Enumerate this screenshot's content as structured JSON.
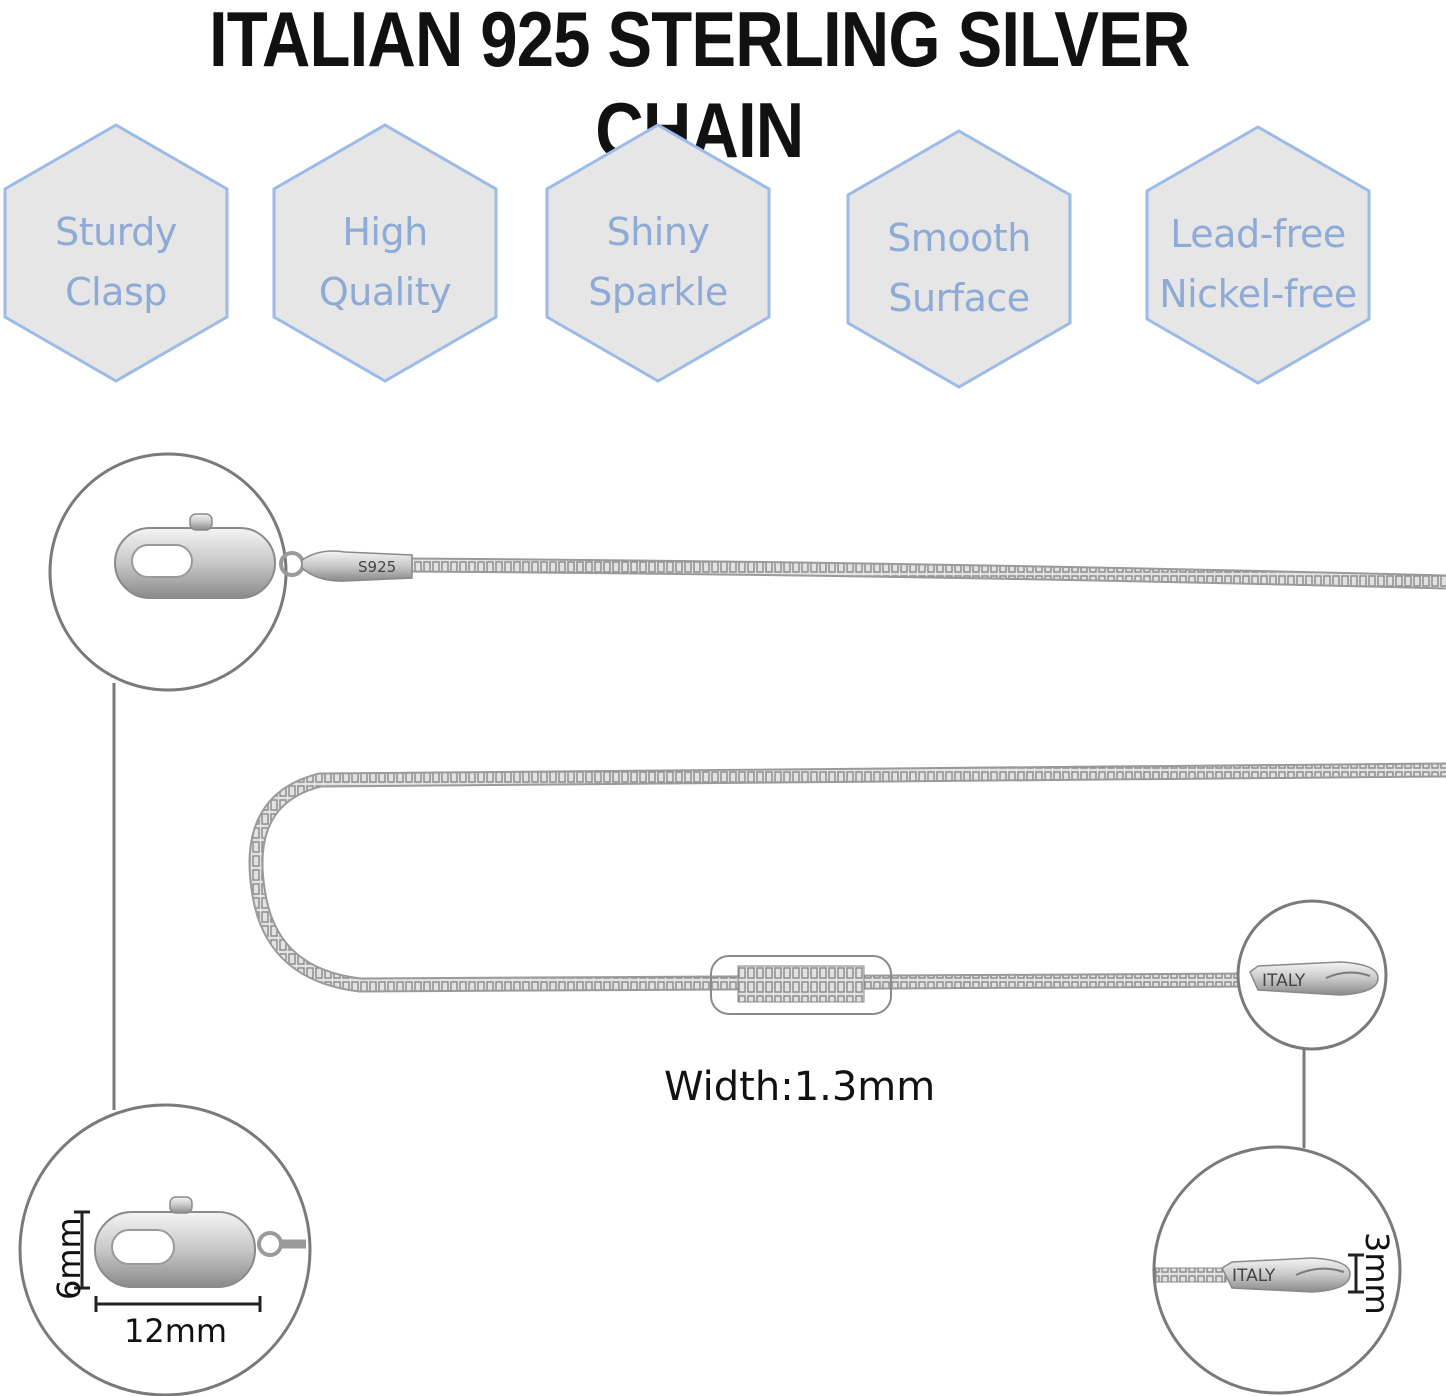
{
  "title": "ITALIAN 925 STERLING SILVER CHAIN",
  "features": [
    {
      "line1": "Sturdy",
      "line2": "Clasp"
    },
    {
      "line1": "High",
      "line2": "Quality"
    },
    {
      "line1": "Shiny",
      "line2": "Sparkle"
    },
    {
      "line1": "Smooth",
      "line2": "Surface"
    },
    {
      "line1": "Lead-free",
      "line2": "Nickel-free"
    }
  ],
  "clasp_stamp": "S925",
  "end_stamp": "ITALY",
  "width_label": "Width:1.3mm",
  "clasp_height": "6mm",
  "clasp_length": "12mm",
  "end_height": "3mm",
  "colors": {
    "hex_fill": "#e6e6e6",
    "hex_border": "#9cbbe6",
    "hex_text": "#8eaad6",
    "silver": "#a8a8a8"
  }
}
